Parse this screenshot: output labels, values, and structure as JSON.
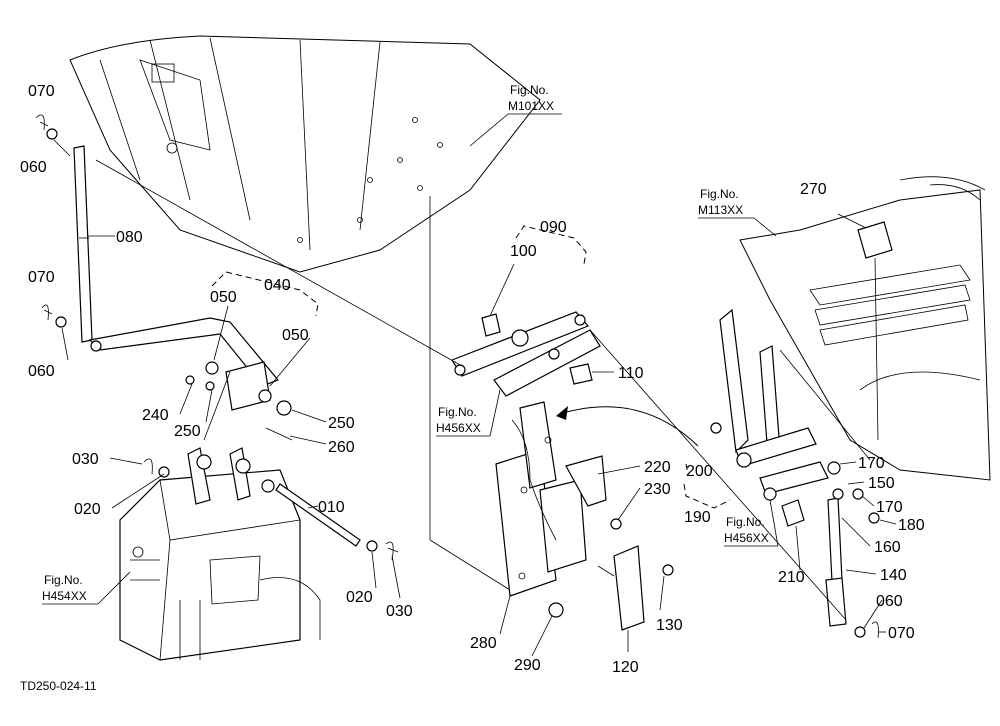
{
  "labels": {
    "p070a": "070",
    "p060a": "060",
    "p080": "080",
    "p070b": "070",
    "p060b": "060",
    "p040": "040",
    "p050a": "050",
    "p050b": "050",
    "p240": "240",
    "p250a": "250",
    "p250b": "250",
    "p260": "260",
    "p030a": "030",
    "p020a": "020",
    "p010": "010",
    "p020b": "020",
    "p030b": "030",
    "p090": "090",
    "p100": "100",
    "p110": "110",
    "p220": "220",
    "p230": "230",
    "p280": "280",
    "p290": "290",
    "p130": "130",
    "p120": "120",
    "p270": "270",
    "p170a": "170",
    "p150": "150",
    "p170b": "170",
    "p180": "180",
    "p160": "160",
    "p200": "200",
    "p190": "190",
    "p210": "210",
    "p140": "140",
    "p060c": "060",
    "p070c": "070"
  },
  "fig_refs": {
    "m101_fig": "Fig.No.",
    "m101_no": "M101XX",
    "m113_fig": "Fig.No.",
    "m113_no": "M113XX",
    "h456a_fig": "Fig.No.",
    "h456a_no": "H456XX",
    "h456b_fig": "Fig.No.",
    "h456b_no": "H456XX",
    "h454_fig": "Fig.No.",
    "h454_no": "H454XX"
  },
  "drawing_code": "TD250-024-11"
}
